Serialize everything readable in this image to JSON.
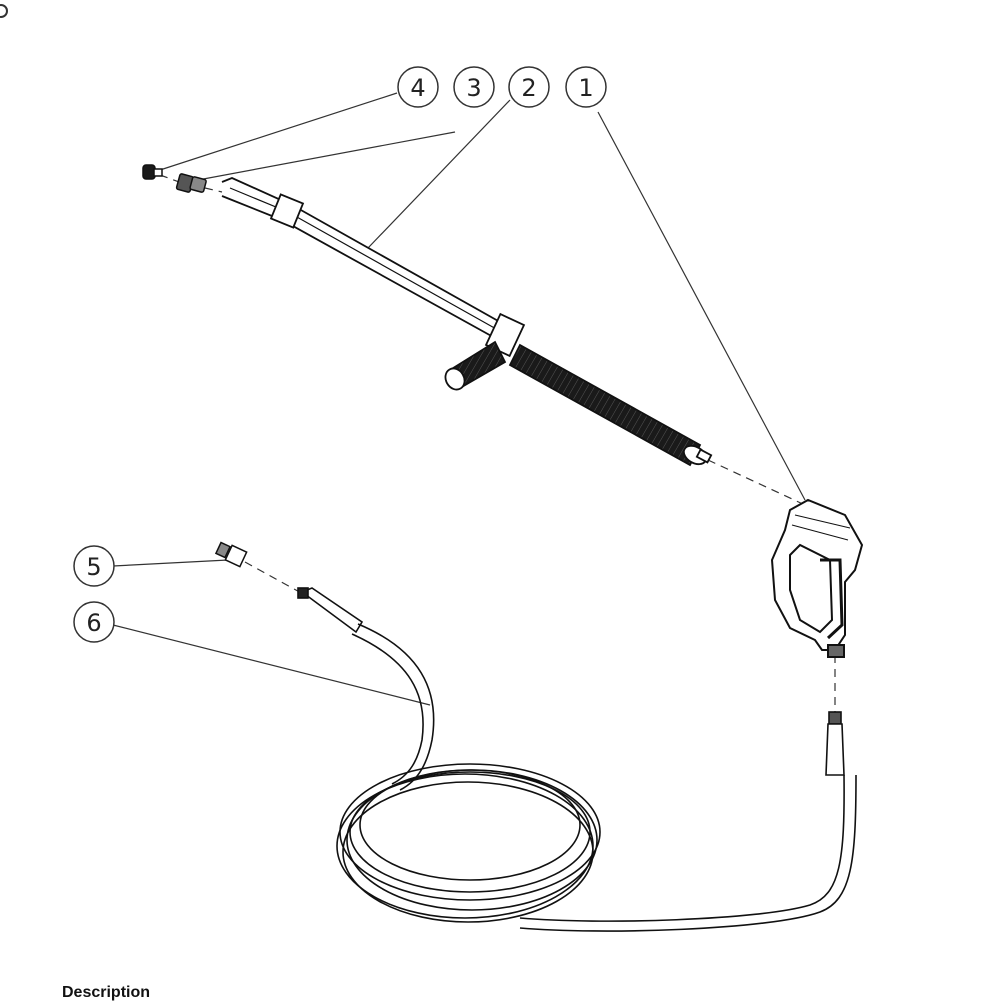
{
  "callouts": [
    {
      "id": "4",
      "label": "4"
    },
    {
      "id": "3",
      "label": "3"
    },
    {
      "id": "2",
      "label": "2"
    },
    {
      "id": "1",
      "label": "1"
    },
    {
      "id": "5",
      "label": "5"
    },
    {
      "id": "6",
      "label": "6"
    }
  ],
  "footer": {
    "label": "Description"
  },
  "colors": {
    "line": "#222222",
    "background": "#ffffff"
  }
}
